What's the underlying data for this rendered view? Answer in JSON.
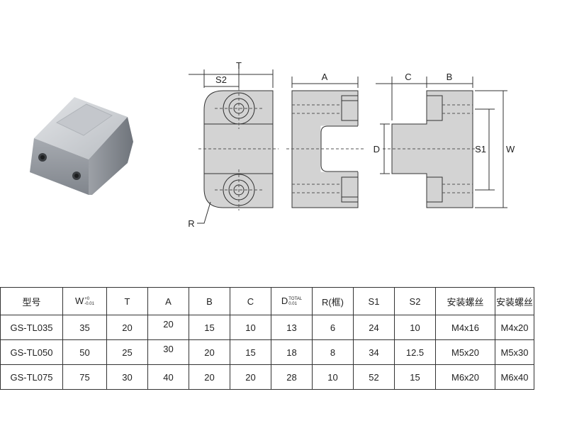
{
  "drawing": {
    "dim_labels": {
      "T": "T",
      "S2": "S2",
      "R": "R",
      "A": "A",
      "C": "C",
      "B": "B",
      "D": "D",
      "S1": "S1",
      "W": "W"
    }
  },
  "table": {
    "headers": [
      {
        "main": "型号"
      },
      {
        "main": "W",
        "sup": "+0",
        "sub": "-0.01"
      },
      {
        "main": "T"
      },
      {
        "main": "A"
      },
      {
        "main": "B"
      },
      {
        "main": "C"
      },
      {
        "main": "D",
        "sup": "TOTAL",
        "sub": "0.01"
      },
      {
        "main": "R(框)"
      },
      {
        "main": "S1"
      },
      {
        "main": "S2"
      },
      {
        "main": "安装螺丝"
      },
      {
        "main": "安装螺丝"
      }
    ],
    "rows": [
      [
        "GS-TL035",
        "35",
        "20",
        "20",
        "15",
        "10",
        "13",
        "6",
        "24",
        "10",
        "M4x16",
        "M4x20"
      ],
      [
        "GS-TL050",
        "50",
        "25",
        "30",
        "20",
        "15",
        "18",
        "8",
        "34",
        "12.5",
        "M5x20",
        "M5x30"
      ],
      [
        "GS-TL075",
        "75",
        "30",
        "40",
        "20",
        "20",
        "28",
        "10",
        "52",
        "15",
        "M6x20",
        "M6x40"
      ]
    ]
  },
  "colors": {
    "part_fill": "#d3d3d3",
    "line": "#333333",
    "photo_light": "#c9ccd1",
    "photo_dark": "#7d8289"
  }
}
